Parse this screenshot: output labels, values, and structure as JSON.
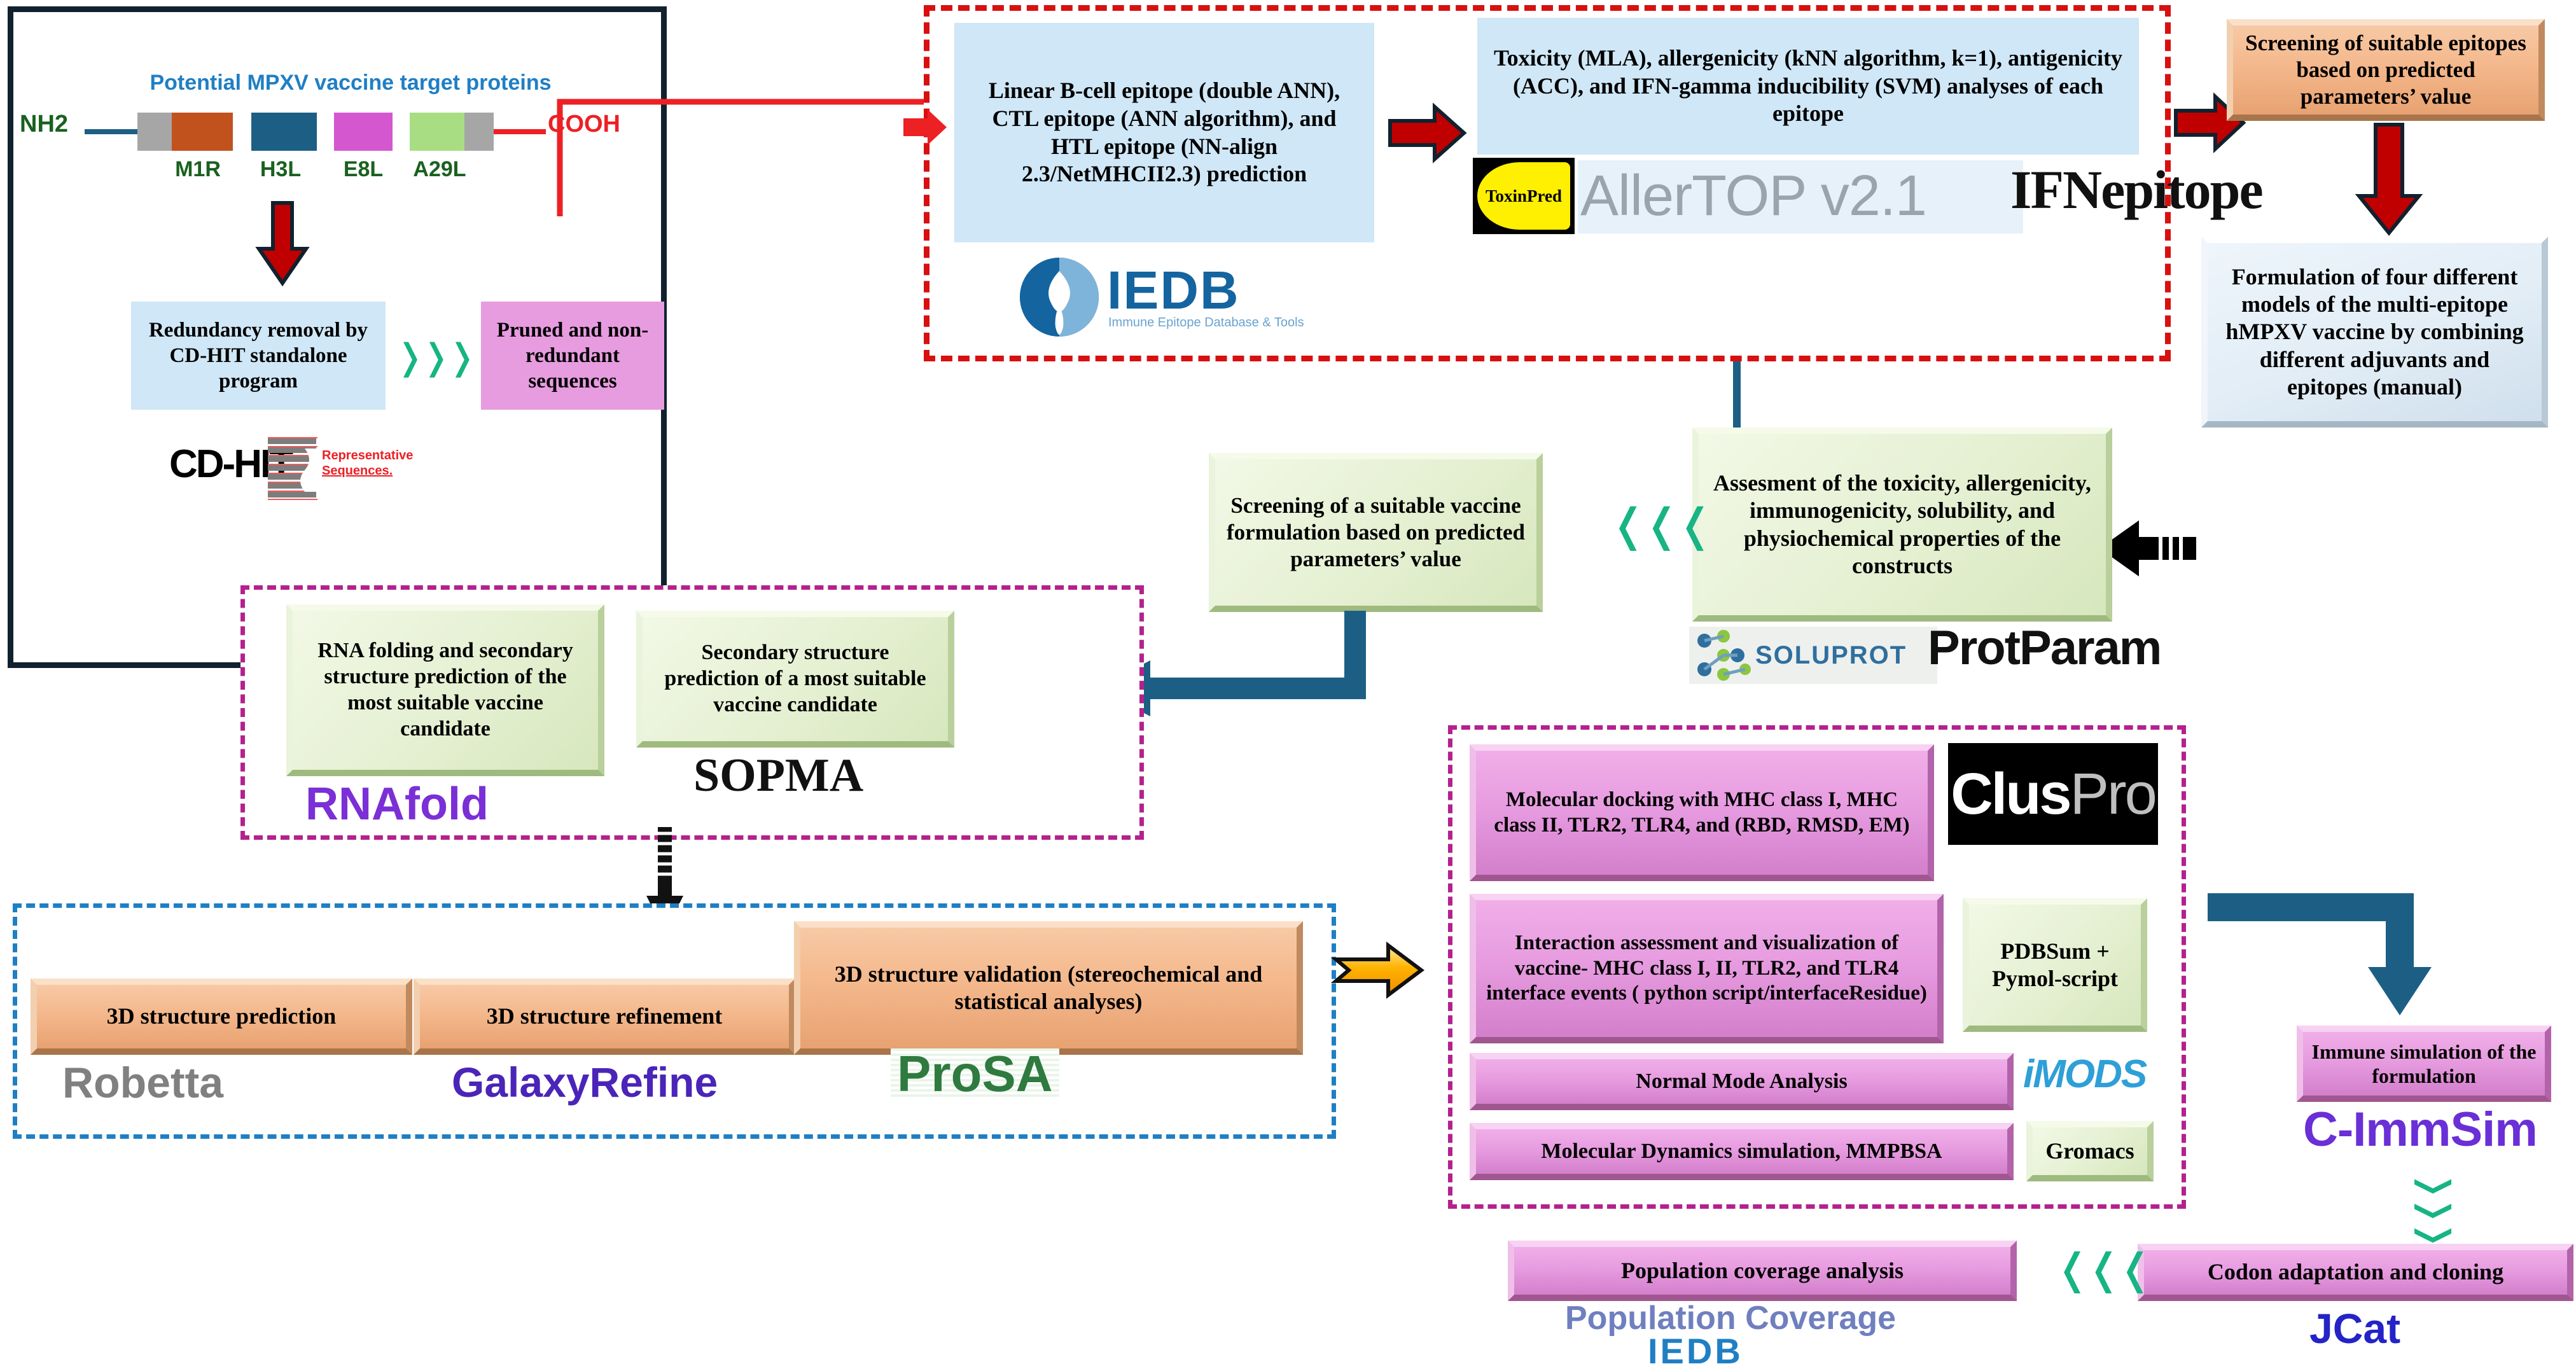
{
  "panel_protein": {
    "title": "Potential MPXV vaccine target proteins",
    "n_terminus": "NH2",
    "c_terminus": "COOH",
    "segments": [
      {
        "label": "",
        "color": "#a6a6a6"
      },
      {
        "label": "M1R",
        "color": "#c1521d"
      },
      {
        "label": "H3L",
        "color": "#1d5f84"
      },
      {
        "label": "E8L",
        "color": "#d457cf"
      },
      {
        "label": "A29L",
        "color": "#a9dd84"
      },
      {
        "label": "",
        "color": "#a6a6a6"
      }
    ],
    "cdhit_box": "Redundancy removal by CD-HIT standalone program",
    "cdhit_logo": "CD-HIT",
    "cdhit_logo_sub1": "Representative",
    "cdhit_logo_sub2": "Sequences.",
    "pruned_box": "Pruned and non-redundant sequences"
  },
  "epitope_block": {
    "iedb_box": "Linear B-cell epitope (double ANN), CTL epitope (ANN algorithm), and HTL epitope (NN-align 2.3/NetMHCII2.3) prediction",
    "iedb_logo": "IEDB",
    "iedb_logo_sub": "Immune Epitope Database & Tools",
    "tox_box": "Toxicity (MLA), allergenicity (kNN algorithm, k=1), antigenicity (ACC), and IFN-gamma inducibility (SVM) analyses of each epitope",
    "toxinpred_logo": "ToxinPred",
    "allertop_logo": "AllerTOP v2.1",
    "ifnepitope_logo": "IFNepitope"
  },
  "right_column": {
    "screening_epitopes": "Screening  of suitable epitopes based on predicted parameters’ value",
    "formulation": "Formulation of four different models of the multi-epitope hMPXV vaccine by combining different adjuvants and epitopes (manual)"
  },
  "assessment": {
    "box": "Assesment of the toxicity, allergenicity, immunogenicity, solubility, and physiochemical properties of the constructs",
    "soluprot_logo": "SOLUPROT",
    "protparam_logo": "ProtParam",
    "screening_formulation": "Screening of a suitable vaccine formulation based on predicted parameters’ value"
  },
  "structure_block": {
    "rnafold_box": "RNA folding and secondary structure prediction of the most suitable vaccine candidate",
    "rnafold_logo": "RNAfold",
    "sopma_box": "Secondary structure prediction of a most suitable vaccine candidate",
    "sopma_logo": "SOPMA"
  },
  "threed_block": {
    "prediction_box": "3D structure prediction",
    "robetta_logo": "Robetta",
    "refinement_box": "3D structure refinement",
    "galaxyrefine_logo": "GalaxyRefine",
    "validation_box": "3D structure validation (stereochemical and statistical analyses)",
    "prosa_logo": "ProSA"
  },
  "docking_block": {
    "docking_box": "Molecular docking with MHC class I, MHC class II, TLR2, TLR4, and (RBD, RMSD, EM)",
    "cluspro_logo_a": "Clus",
    "cluspro_logo_b": "Pro",
    "interaction_box": "Interaction assessment and visualization of vaccine- MHC class I, II, TLR2,  and TLR4 interface events ( python script/interfaceResidue)",
    "pdbsum_box": "PDBSum + Pymol-script",
    "nma_box": "Normal Mode Analysis",
    "imods_logo": "iMODS",
    "md_box": "Molecular Dynamics simulation, MMPBSA",
    "gromacs_box": "Gromacs"
  },
  "bottom_block": {
    "immune_sim_box": "Immune simulation of the formulation",
    "cimmsim_logo": "C-ImmSim",
    "codon_box": "Codon adaptation and cloning",
    "jcat_logo": "JCat",
    "popcov_box": "Population coverage analysis",
    "popcov_logo": "Population Coverage",
    "popcov_logo_sub": "IEDB"
  },
  "colors": {
    "accent_red": "#d81010",
    "accent_magenta": "#b4218e",
    "accent_blue": "#1f7fc4",
    "accent_teal": "#1d5f84",
    "accent_green": "#16b583",
    "accent_orange": "#f4b88c",
    "accent_pink": "#e79ce0"
  }
}
